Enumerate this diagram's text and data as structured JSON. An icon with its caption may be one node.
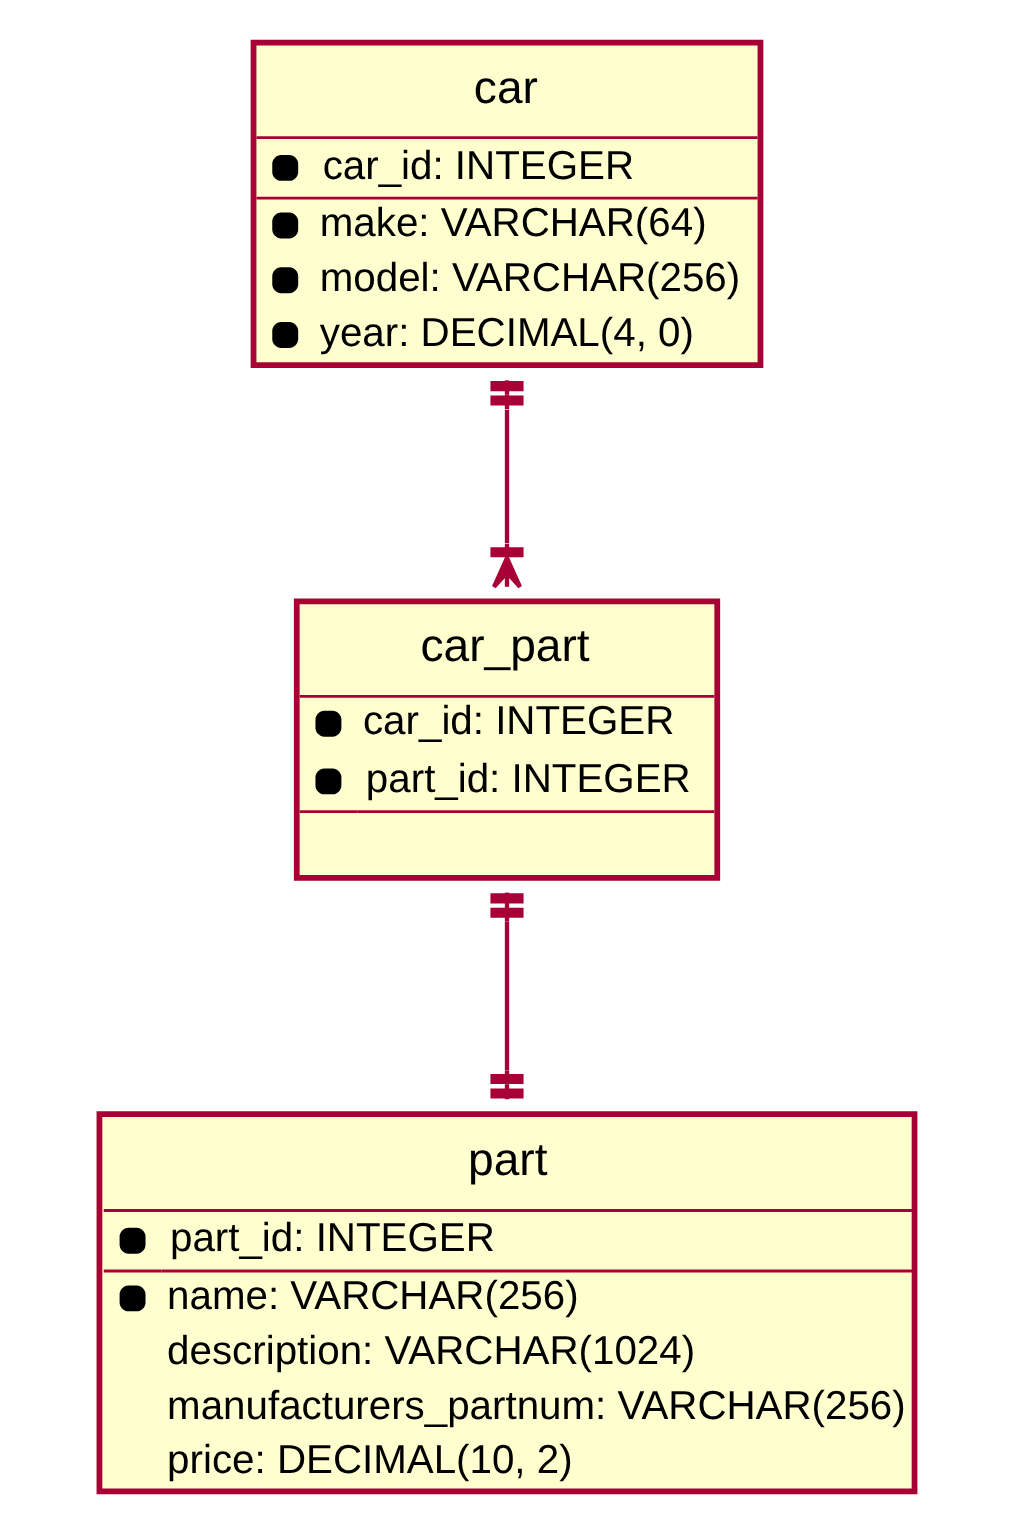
{
  "diagram": {
    "nodes": [
      {
        "text": [
          "car",
          "car_id: INTEGER",
          "make: VARCHAR(64)",
          "model: VARCHAR(256)",
          "year: DECIMAL(4, 0)"
        ]
      },
      {
        "text": [
          "car_part",
          "car_id: INTEGER",
          "part_id: INTEGER"
        ]
      },
      {
        "text": [
          "part",
          "part_id: INTEGER",
          "name: VARCHAR(256)",
          "description: VARCHAR(1024)",
          "manufacturers_partnum: VARCHAR(256)",
          "price: DECIMAL(10, 2)"
        ]
      }
    ],
    "edges": [
      {
        "from": 0,
        "to": 1,
        "arrow": "other"
      },
      {
        "from": 1,
        "to": 2,
        "arrow": "other"
      }
    ]
  }
}
